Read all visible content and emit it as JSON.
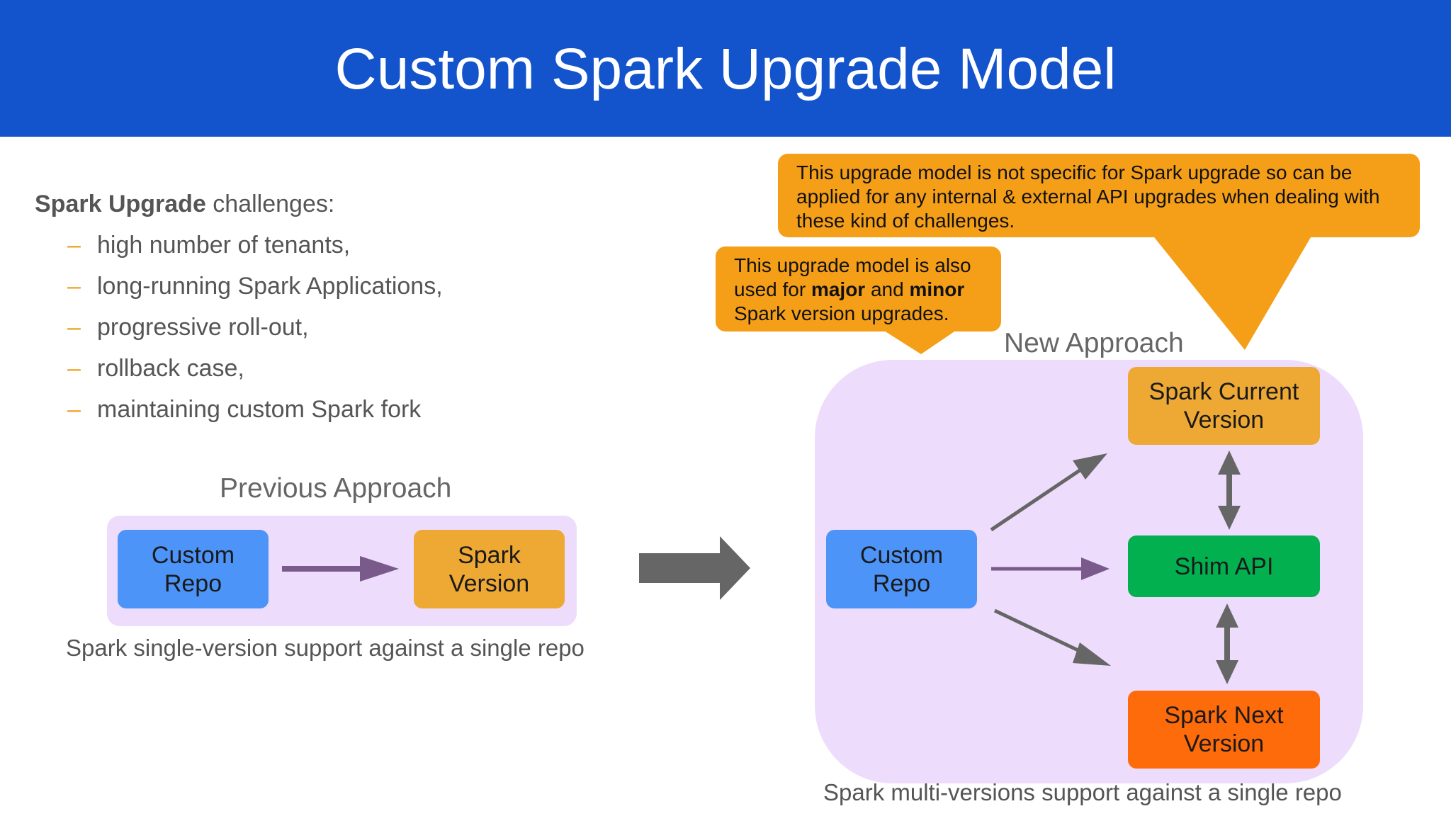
{
  "title": "Custom Spark Upgrade Model",
  "challenges": {
    "heading_bold": "Spark Upgrade",
    "heading_rest": " challenges:",
    "items": [
      "high number of tenants,",
      "long-running Spark Applications,",
      "progressive roll-out,",
      "rollback case,",
      "maintaining custom Spark fork"
    ],
    "bullet": "–"
  },
  "previous": {
    "label": "Previous Approach",
    "custom_repo": "Custom\nRepo",
    "spark_version": "Spark\nVersion",
    "caption": "Spark single-version support against a single repo"
  },
  "new": {
    "label": "New Approach",
    "custom_repo": "Custom\nRepo",
    "current": "Spark Current\nVersion",
    "shim": "Shim API",
    "next": "Spark Next\nVersion",
    "caption": "Spark multi-versions support against a single repo"
  },
  "callouts": {
    "general": "This upgrade model is not specific for Spark upgrade so can be applied for any internal & external API upgrades when dealing with these kind of challenges.",
    "versions": {
      "line1": "This upgrade model is also",
      "line2_pre": "used for ",
      "major": "major",
      "and": " and ",
      "minor": "minor",
      "line3": "Spark version upgrades."
    }
  },
  "colors": {
    "header": "#1353cc",
    "panel": "#eedcfc",
    "repo_box": "#4d94f8",
    "version_box": "#eea935",
    "shim_box": "#03b04f",
    "next_box": "#fd6b0a",
    "callout": "#f59f18",
    "arrow": "#666666"
  }
}
